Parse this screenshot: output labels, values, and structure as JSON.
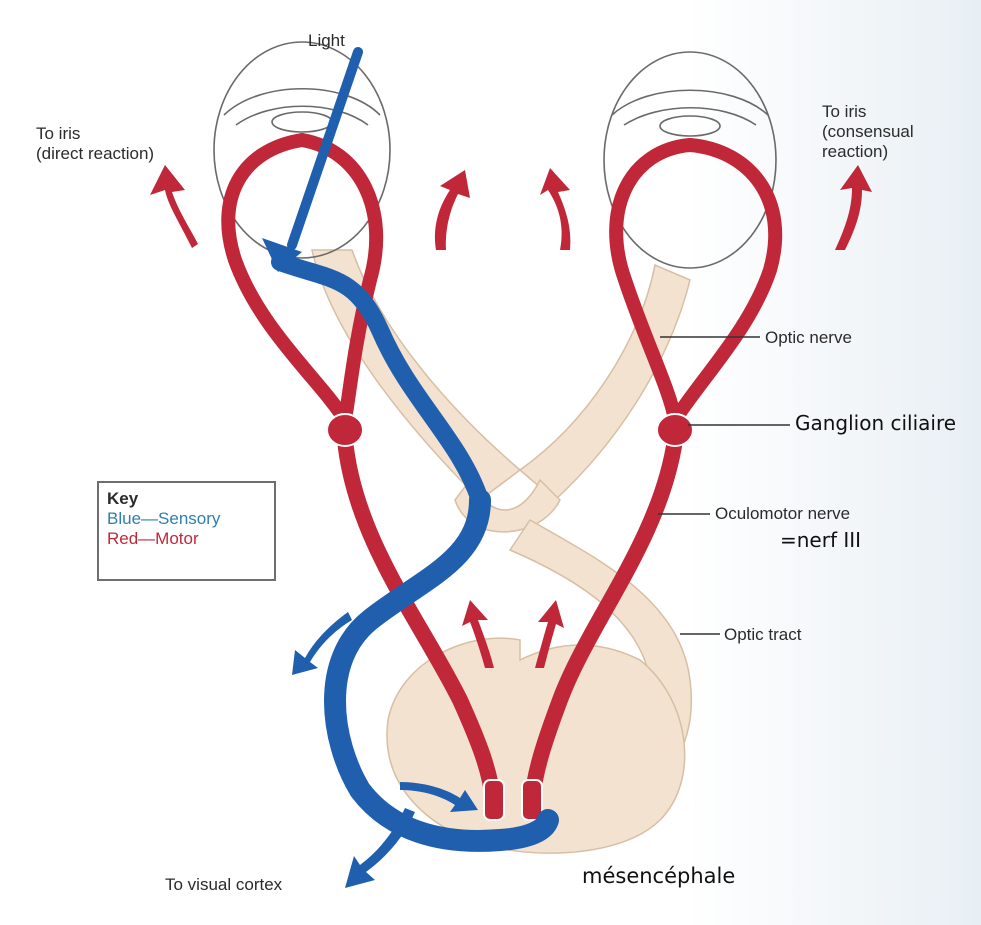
{
  "labels": {
    "light": "Light",
    "to_iris_direct_1": "To iris",
    "to_iris_direct_2": "(direct reaction)",
    "to_iris_consensual_1": "To iris",
    "to_iris_consensual_2": "(consensual",
    "to_iris_consensual_3": "reaction)",
    "optic_nerve": "Optic nerve",
    "ganglion": "Ganglion ciliaire",
    "oculomotor_nerve": "Oculomotor nerve",
    "nerf_iii": "=nerf III",
    "optic_tract": "Optic tract",
    "to_visual_cortex": "To visual cortex",
    "mesencephale": "mésencéphale"
  },
  "key": {
    "title": "Key",
    "sensory": "Blue—Sensory",
    "motor": "Red—Motor"
  },
  "colors": {
    "sensory": "#1f5fae",
    "motor": "#c0283a",
    "optic": "#f3e2cf",
    "background_right": "#eef3f7"
  }
}
